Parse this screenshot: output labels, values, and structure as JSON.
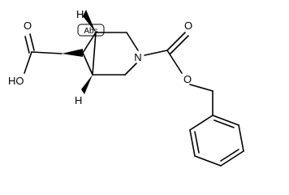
{
  "labels": {
    "hydroxyl": "HO",
    "acid_oxygen": "O",
    "top_hydrogen": "H",
    "bottom_hydrogen": "H",
    "stereo_flag": "Abs",
    "nitrogen": "N",
    "carbonyl_oxygen": "O",
    "ester_oxygen": "O"
  },
  "colors": {
    "ink": "#000000",
    "background": "#ffffff"
  }
}
